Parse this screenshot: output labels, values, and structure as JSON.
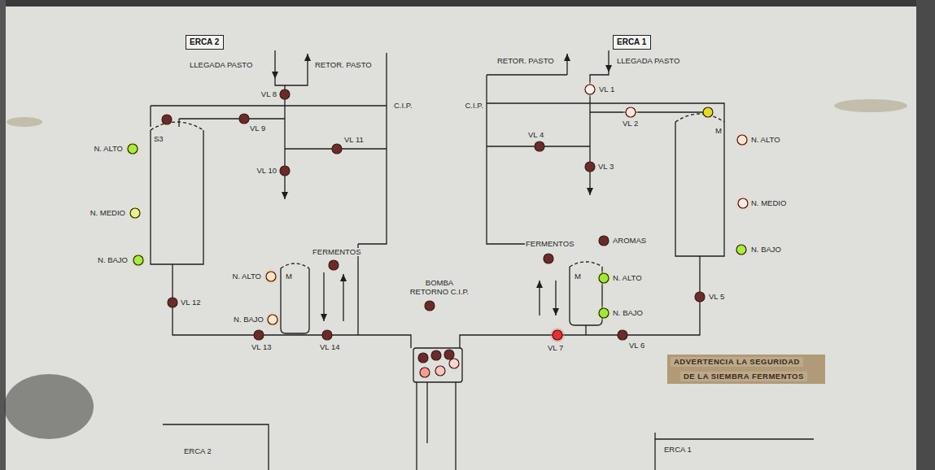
{
  "diagram": {
    "nodes": [
      {
        "text": [
          "ERCA 2"
        ]
      },
      {
        "text": [
          "ERCA 1"
        ]
      }
    ],
    "labels": [
      "LLEGADA PASTO",
      "RETOR. PASTO",
      "VL 8",
      "VL 9",
      "C.I.P.",
      "VL 10",
      "VL 11",
      "S3",
      "N. ALTO",
      "N. MEDIO",
      "N. BAJO",
      "VL 12",
      "N. ALTO",
      "N. BAJO",
      "M",
      "FERMENTOS",
      "VL 13",
      "VL 14",
      "BOMBA RETORNO C.I.P.",
      "RETOR. PASTO",
      "LLEGADA PASTO",
      "VL 1",
      "C.I.P.",
      "VL 2",
      "VL 4",
      "VL 3",
      "M",
      "N. ALTO",
      "N. MEDIO",
      "N. BAJO",
      "FERMENTOS",
      "AROMAS",
      "M",
      "N. ALTO",
      "N. BAJO",
      "VL 5",
      "VL 7",
      "VL 6",
      "ADVERTENCIA LA SEGURIDAD",
      "DE LA SIEMBRA FERMENTOS",
      "ERCA 2",
      "ERCA 1"
    ]
  }
}
